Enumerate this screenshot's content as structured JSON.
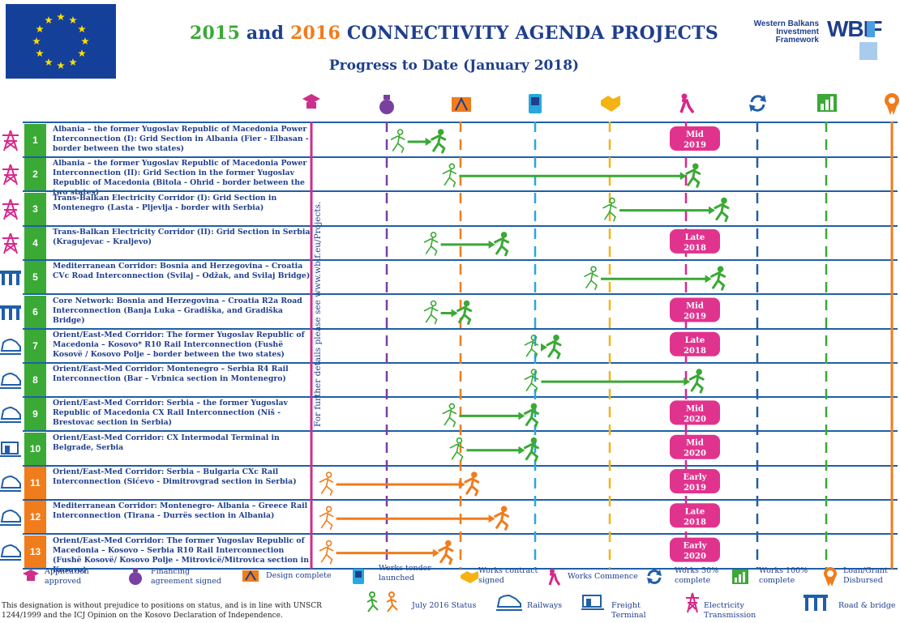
{
  "header": {
    "title_y1": "2015",
    "title_and": " and ",
    "title_y2": "2016",
    "title_rest": " CONNECTIVITY AGENDA PROJECTS",
    "subtitle": "Progress to Date (January 2018)",
    "wbif_small_1": "Western Balkans",
    "wbif_small_2": "Investment Framework",
    "wbif_big": "WBIF"
  },
  "stages": [
    {
      "name": "application-approved",
      "icon": "graduation-cap-icon",
      "color": "#cc2f8c"
    },
    {
      "name": "financing-agreement-signed",
      "icon": "money-bag-icon",
      "color": "#7a3fa0"
    },
    {
      "name": "design-complete",
      "icon": "design-tools-icon",
      "color": "#f07c1c"
    },
    {
      "name": "works-tender-launched",
      "icon": "tender-document-icon",
      "color": "#2aa7df"
    },
    {
      "name": "works-contract-signed",
      "icon": "handshake-icon",
      "color": "#f5b312"
    },
    {
      "name": "works-commence",
      "icon": "worker-digging-icon",
      "color": "#d9268a"
    },
    {
      "name": "works-50-complete",
      "icon": "cycle-arrows-icon",
      "color": "#1f5fa8"
    },
    {
      "name": "works-100-complete",
      "icon": "bar-chart-icon",
      "color": "#3aa935"
    },
    {
      "name": "loan-grant-disbursed",
      "icon": "award-ribbon-icon",
      "color": "#f07c1c"
    }
  ],
  "projects": [
    {
      "num": "1",
      "color": "#3aa935",
      "type": "electricity-tower-icon",
      "desc": "Albania – the former Yugoslav Republic of Macedonia Power Interconnection (I): Grid Section in Albania (Fier - Elbasan - border between the two states)",
      "start_stage": 1.15,
      "end_stage": 1.7,
      "arrow": "#3aa935",
      "eta1": "Mid",
      "eta2": "2019"
    },
    {
      "num": "2",
      "color": "#3aa935",
      "type": "electricity-tower-icon",
      "desc": "Albania – the former Yugoslav Republic of Macedonia Power Interconnection (II): Grid Section in the former Yugoslav Republic of Macedonia (Bitola - Ohrid - border between the two states)",
      "start_stage": 1.85,
      "end_stage": 5.1,
      "arrow": "#3aa935",
      "eta1": "",
      "eta2": ""
    },
    {
      "num": "3",
      "color": "#3aa935",
      "type": "electricity-tower-icon",
      "desc": "Trans-Balkan Electricity Corridor (I): Grid Section  in Montenegro (Lasta - Pljevlja - border with Serbia)",
      "start_stage": 4.0,
      "end_stage": 5.5,
      "arrow": "#3aa935",
      "eta1": "",
      "eta2": ""
    },
    {
      "num": "4",
      "color": "#3aa935",
      "type": "electricity-tower-icon",
      "desc": "Trans-Balkan Electricity Corridor (II): Grid Section in Serbia (Kragujevac – Kraljevo)",
      "start_stage": 1.6,
      "end_stage": 2.55,
      "arrow": "#3aa935",
      "eta1": "Late",
      "eta2": "2018"
    },
    {
      "num": "5",
      "color": "#3aa935",
      "type": "road-bridge-icon",
      "desc": "Mediterranean Corridor: Bosnia and Herzegovina – Croatia CVc Road Interconnection (Svilaj – Odžak, and Svilaj Bridge)",
      "start_stage": 3.75,
      "end_stage": 5.45,
      "arrow": "#3aa935",
      "eta1": "",
      "eta2": ""
    },
    {
      "num": "6",
      "color": "#3aa935",
      "type": "road-bridge-icon",
      "desc": "Core Network: Bosnia and Herzegovina – Croatia R2a Road Interconnection (Banja Luka – Gradiška, and Gradiška Bridge)",
      "start_stage": 1.6,
      "end_stage": 2.05,
      "arrow": "#3aa935",
      "eta1": "Mid",
      "eta2": "2019"
    },
    {
      "num": "7",
      "color": "#3aa935",
      "type": "railway-icon",
      "desc": "Orient/East-Med Corridor: The former Yugoslav Republic of Macedonia – Kosovo* R10 Rail Interconnection (Fushë Kosovë / Kosovo Polje – border between the two states)",
      "start_stage": 2.95,
      "end_stage": 3.25,
      "arrow": "#3aa935",
      "eta1": "Late",
      "eta2": "2018"
    },
    {
      "num": "8",
      "color": "#3aa935",
      "type": "railway-icon",
      "desc": "Orient/East-Med Corridor: Montenegro – Serbia R4 Rail Interconnection  (Bar – Vrbnica section in Montenegro)",
      "start_stage": 2.95,
      "end_stage": 5.15,
      "arrow": "#3aa935",
      "eta1": "",
      "eta2": ""
    },
    {
      "num": "9",
      "color": "#3aa935",
      "type": "railway-icon",
      "desc": "Orient/East-Med Corridor: Serbia – the former Yugoslav Republic of Macedonia CX Rail Interconnection (Niš - Brestovac section in Serbia)",
      "start_stage": 1.85,
      "end_stage": 2.95,
      "arrow": "#3aa935",
      "eta1": "Mid",
      "eta2": "2020"
    },
    {
      "num": "10",
      "color": "#3aa935",
      "type": "freight-terminal-icon",
      "desc": "Orient/East-Med Corridor: CX Intermodal Terminal in Belgrade, Serbia",
      "start_stage": 1.95,
      "end_stage": 2.95,
      "arrow": "#3aa935",
      "eta1": "Mid",
      "eta2": "2020"
    },
    {
      "num": "11",
      "color": "#f07c1c",
      "type": "railway-icon",
      "desc": "Orient/East-Med Corridor: Serbia – Bulgaria CXc Rail Interconnection (Sićevo - Dimitrovgrad section in Serbia)",
      "start_stage": 0.2,
      "end_stage": 2.15,
      "arrow": "#f07c1c",
      "eta1": "Early",
      "eta2": "2019"
    },
    {
      "num": "12",
      "color": "#f07c1c",
      "type": "railway-icon",
      "desc": "Mediterranean Corridor: Montenegro- Albania – Greece Rail Interconnection (Tirana - Durrës section in Albania)",
      "start_stage": 0.2,
      "end_stage": 2.55,
      "arrow": "#f07c1c",
      "eta1": "Late",
      "eta2": "2018"
    },
    {
      "num": "13",
      "color": "#f07c1c",
      "type": "railway-icon",
      "desc": "Orient/East-Med Corridor: The former Yugoslav Republic of Macedonia – Kosovo – Serbia R10 Rail Interconnection  (Fushë Kosovë/ Kosovo Polje - Mitrovicë/Mitrovica section in Kosovo)",
      "start_stage": 0.2,
      "end_stage": 1.8,
      "arrow": "#f07c1c",
      "eta1": "Early",
      "eta2": "2020"
    }
  ],
  "side_note": "For further details please see www.wbif.eu/Projects.",
  "legend": {
    "application_approved": "Application approved",
    "financing_signed": "Financing agreement signed",
    "design_complete": "Design complete",
    "works_tender": "Works tender launched",
    "works_contract": "Works contract signed",
    "works_commence": "Works Commence",
    "works_50": "Works 50% complete",
    "works_100": "Works 100% complete",
    "loan_disbursed": "Loan/Grant Disbursed",
    "july_status": "July 2016 Status",
    "railways": "Railways",
    "freight_terminal": "Freight Terminal",
    "electricity": "Electricity Transmission",
    "road_bridge": "Road & bridge"
  },
  "disclaimer": "This designation is without prejudice to positions on status, and is in line with UNSCR 1244/1999 and the ICJ Opinion on the Kosovo Declaration of Independence."
}
